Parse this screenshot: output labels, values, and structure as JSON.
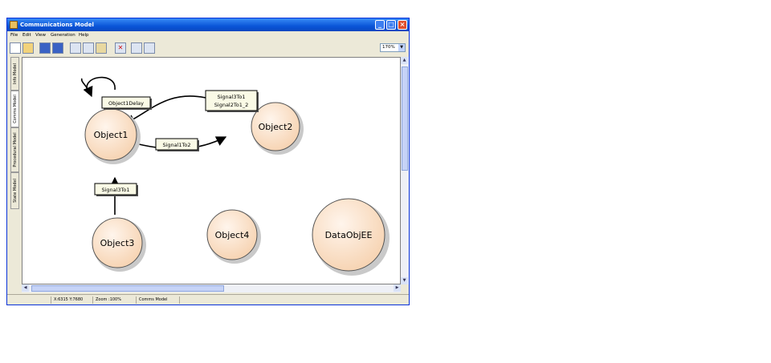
{
  "window": {
    "title": "Communications Model"
  },
  "menu": [
    "File",
    "Edit",
    "View",
    "Generation",
    "Help"
  ],
  "toolbar": {
    "icons": [
      "new-file-icon",
      "open-folder-icon",
      "save-icon",
      "save-as-icon",
      "print-icon",
      "print-preview-icon",
      "paste-icon",
      "delete-icon",
      "tree-icon",
      "layout-icon"
    ],
    "delete_glyph": "✕",
    "zoom": "170%"
  },
  "side_tabs": [
    "Info Model",
    "Comms Model",
    "Procedural Model",
    "State Model"
  ],
  "active_tab": "Comms Model",
  "diagram": {
    "nodes": [
      "Object1",
      "Object2",
      "Object3",
      "Object4",
      "DataObjEE"
    ],
    "labels": {
      "object1delay": "Object1Delay",
      "signal3to1_top_a": "Signal3To1",
      "signal2to1": "Signal2To1_2",
      "signal1to2": "Signal1To2",
      "signal3to1": "Signal3To1"
    }
  },
  "status": {
    "coords": "X:6315 Y:7680",
    "zoom": "Zoom :100%",
    "model": "Comms Model"
  }
}
